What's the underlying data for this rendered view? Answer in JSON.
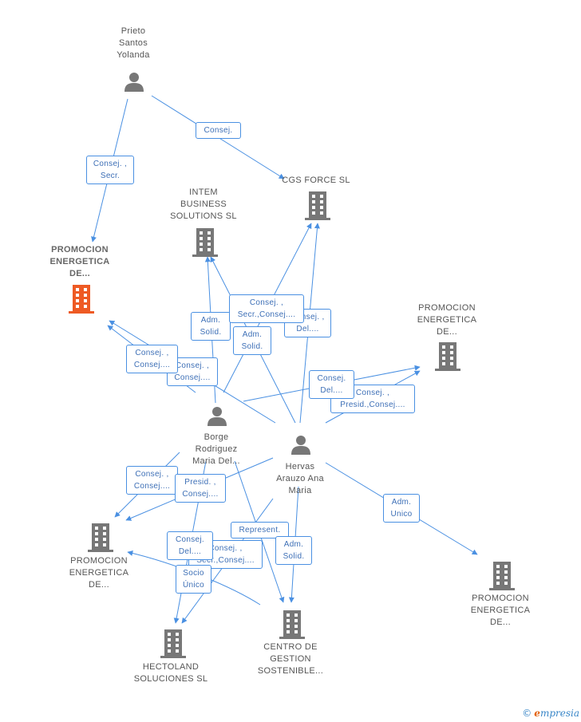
{
  "nodes": {
    "prieto": {
      "label": [
        "Prieto",
        "Santos",
        "Yolanda"
      ],
      "kind": "person"
    },
    "promocion_main": {
      "label": [
        "PROMOCION",
        "ENERGETICA",
        "DE..."
      ],
      "kind": "company-highlight"
    },
    "intem": {
      "label": [
        "INTEM",
        "BUSINESS",
        "SOLUTIONS SL"
      ],
      "kind": "company"
    },
    "cgs": {
      "label": [
        "CGS FORCE SL"
      ],
      "kind": "company"
    },
    "promocion_right": {
      "label": [
        "PROMOCION",
        "ENERGETICA",
        "DE..."
      ],
      "kind": "company"
    },
    "borge": {
      "label": [
        "Borge",
        "Rodriguez",
        "Maria Del..."
      ],
      "kind": "person"
    },
    "hervas": {
      "label": [
        "Hervas",
        "Arauzo Ana",
        "Maria"
      ],
      "kind": "person"
    },
    "promocion_left": {
      "label": [
        "PROMOCION",
        "ENERGETICA",
        "DE..."
      ],
      "kind": "company"
    },
    "promocion_br": {
      "label": [
        "PROMOCION",
        "ENERGETICA",
        "DE..."
      ],
      "kind": "company"
    },
    "hectoland": {
      "label": [
        "HECTOLAND",
        "SOLUCIONES SL"
      ],
      "kind": "company"
    },
    "centro": {
      "label": [
        "CENTRO DE",
        "GESTION",
        "SOSTENIBLE..."
      ],
      "kind": "company"
    }
  },
  "edge_labels": {
    "e1": [
      "Consej."
    ],
    "e2": [
      "Consej. ,",
      "Secr."
    ],
    "e3": [
      "Adm.",
      "Solid."
    ],
    "e4": [
      "Consej. ,",
      "Secr.,Consej...."
    ],
    "e5": [
      "Consej. ,",
      "Del...."
    ],
    "e6": [
      "Adm.",
      "Solid."
    ],
    "e7": [
      "Consej. ,",
      "Consej...."
    ],
    "e8": [
      "Consej. ,",
      "Consej...."
    ],
    "e9": [
      "Consej.",
      "Del...."
    ],
    "e10": [
      "Consej. ,",
      "Presid.,Consej...."
    ],
    "e11": [
      "Consej. ,",
      "Consej...."
    ],
    "e12": [
      "Presid. ,",
      "Consej...."
    ],
    "e13": [
      "Adm.",
      "Unico"
    ],
    "e14": [
      "Represent."
    ],
    "e15": [
      "Consej.",
      "Del...."
    ],
    "e16": [
      "Consej. ,",
      "Secr.,Consej...."
    ],
    "e17": [
      "Adm.",
      "Solid."
    ],
    "e18": [
      "Socio",
      "Único"
    ]
  },
  "colors": {
    "edge": "#4a90e2",
    "edge_label_text": "#3d6fb6",
    "company_icon": "#777777",
    "company_icon_highlight": "#ee5a24",
    "person_icon": "#777777"
  },
  "brand": {
    "copyright": "©",
    "e": "e",
    "rest": "mpresia"
  }
}
